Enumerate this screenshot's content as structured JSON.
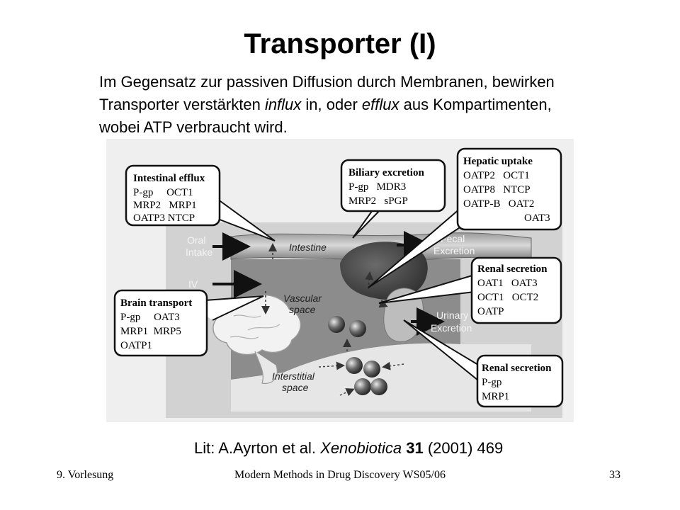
{
  "slide": {
    "title": "Transporter (I)",
    "intro": {
      "part1": "Im Gegensatz zur passiven Diffusion durch Membranen, bewirken Transporter verstärkten ",
      "em1": "influx",
      "part2": " in, oder ",
      "em2": "efflux",
      "part3": " aus Kompartimenten, wobei ATP verbraucht wird."
    },
    "citation": {
      "prefix": "Lit: A.Ayrton et al. ",
      "journal": "Xenobiotica",
      "volume": "31",
      "rest": " (2001) 469"
    },
    "footer": {
      "left": "9. Vorlesung",
      "center": "Modern Methods in Drug Discovery WS05/06",
      "right": "33"
    }
  },
  "diagram": {
    "regions": {
      "oral_intake_1": "Oral",
      "oral_intake_2": "Intake",
      "intestine": "Intestine",
      "iv": "IV",
      "vascular_1": "Vascular",
      "vascular_2": "space",
      "interstitial_1": "Interstitial",
      "interstitial_2": "space",
      "fecal_1": "Fecal",
      "fecal_2": "Excretion",
      "urinary_1": "Urinary",
      "urinary_2": "Excretion"
    },
    "boxes": {
      "intestinal_efflux": {
        "title": "Intestinal efflux",
        "rows": [
          "P-gp     OCT1",
          "MRP2   MRP1",
          "OATP3 NTCP"
        ]
      },
      "biliary_excretion": {
        "title": "Biliary excretion",
        "rows": [
          "P-gp   MDR3",
          "MRP2   sPGP"
        ]
      },
      "hepatic_uptake": {
        "title": "Hepatic uptake",
        "rows": [
          "OATP2   OCT1",
          "OATP8   NTCP",
          "OATP-B   OAT2",
          "OAT3"
        ]
      },
      "renal_secretion_1": {
        "title": "Renal secretion",
        "rows": [
          "OAT1   OAT3",
          "OCT1   OCT2",
          "OATP"
        ]
      },
      "brain_transport": {
        "title": "Brain transport",
        "rows": [
          "P-gp     OAT3",
          "MRP1  MRP5",
          "OATP1"
        ]
      },
      "renal_secretion_2": {
        "title": "Renal secretion",
        "rows": [
          "P-gp",
          "MRP1"
        ]
      }
    }
  }
}
